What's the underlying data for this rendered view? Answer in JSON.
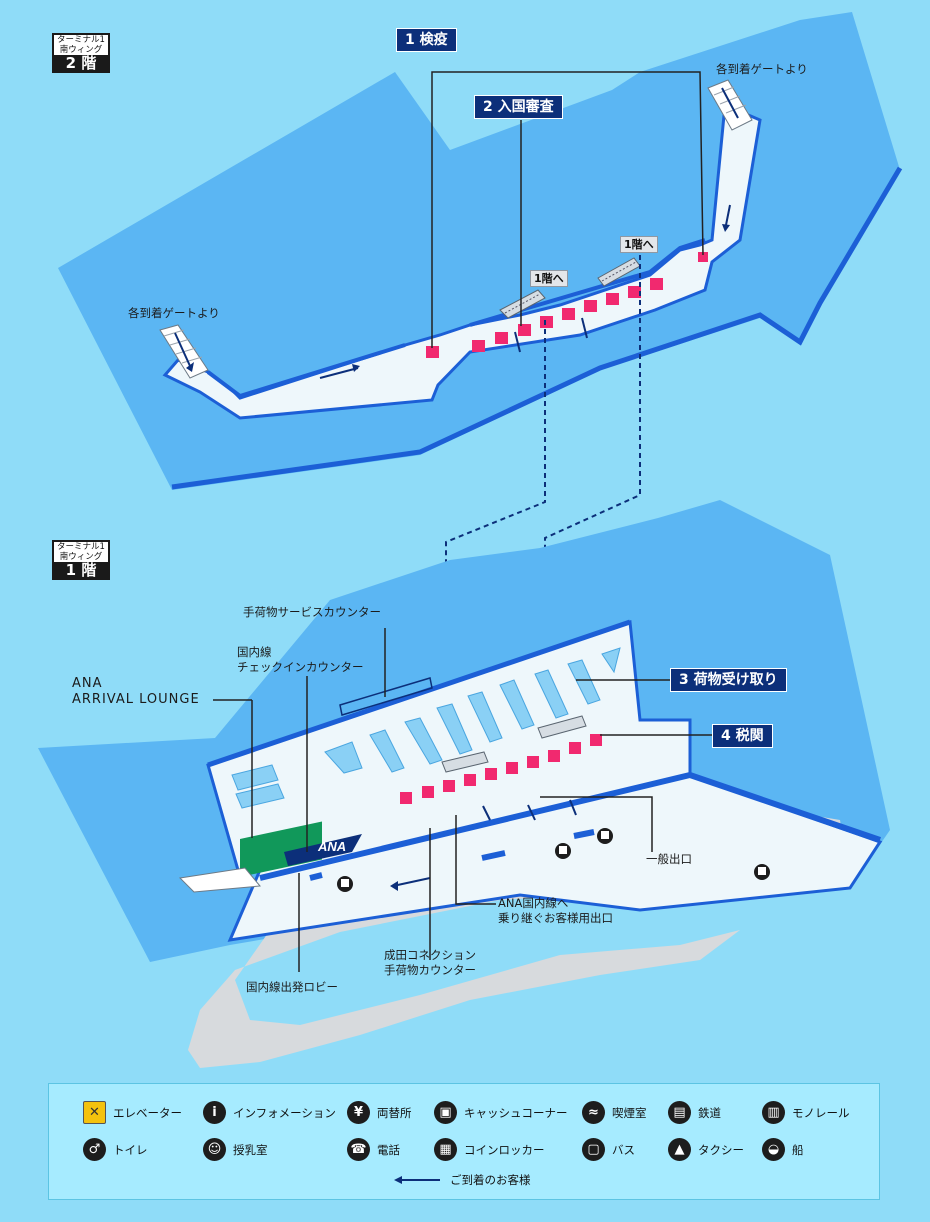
{
  "floors": {
    "upper": {
      "terminal": "ターミナル1",
      "wing": "南ウィング",
      "floor": "2 階"
    },
    "lower": {
      "terminal": "ターミナル1",
      "wing": "南ウィング",
      "floor": "1 階"
    }
  },
  "steps": {
    "s1": "1 検疫",
    "s2": "2 入国審査",
    "s3": "3 荷物受け取り",
    "s4": "4 税関"
  },
  "labels": {
    "gate_right": "各到着ゲートより",
    "gate_left": "各到着ゲートより",
    "to_1f_a": "1階へ",
    "to_1f_b": "1階へ",
    "baggage_service": "手荷物サービスカウンター",
    "domestic_checkin_1": "国内線",
    "domestic_checkin_2": "チェックインカウンター",
    "ana_lounge_1": "ANA",
    "ana_lounge_2": "ARRIVAL LOUNGE",
    "general_exit": "一般出口",
    "ana_transfer_1": "ANA国内線へ",
    "ana_transfer_2": "乗り継ぐお客様用出口",
    "narita_connection_1": "成田コネクション",
    "narita_connection_2": "手荷物カウンター",
    "domestic_departure": "国内線出発ロビー",
    "ana_logo": "ANA"
  },
  "legend": [
    {
      "icon": "elevator-icon",
      "glyph": "✕",
      "label": "エレベーター"
    },
    {
      "icon": "information-icon",
      "glyph": "i",
      "label": "インフォメーション"
    },
    {
      "icon": "money-exchange-icon",
      "glyph": "¥",
      "label": "両替所"
    },
    {
      "icon": "cash-corner-icon",
      "glyph": "▣",
      "label": "キャッシュコーナー"
    },
    {
      "icon": "smoking-room-icon",
      "glyph": "≈",
      "label": "喫煙室"
    },
    {
      "icon": "railway-icon",
      "glyph": "▤",
      "label": "鉄道"
    },
    {
      "icon": "monorail-icon",
      "glyph": "▥",
      "label": "モノレール"
    },
    {
      "icon": "toilet-icon",
      "glyph": "♂",
      "label": "トイレ"
    },
    {
      "icon": "nursery-icon",
      "glyph": "☺",
      "label": "授乳室"
    },
    {
      "icon": "telephone-icon",
      "glyph": "☎",
      "label": "電話"
    },
    {
      "icon": "coin-locker-icon",
      "glyph": "▦",
      "label": "コインロッカー"
    },
    {
      "icon": "bus-icon",
      "glyph": "▢",
      "label": "バス"
    },
    {
      "icon": "taxi-icon",
      "glyph": "▲",
      "label": "タクシー"
    },
    {
      "icon": "ship-icon",
      "glyph": "◒",
      "label": "船"
    }
  ],
  "legend_arrow_label": "ご到着のお客様",
  "colors": {
    "water": "#8fdcf8",
    "apron": "#5bb6f3",
    "edge": "#1c5fd6",
    "walkway": "#eef7fb",
    "navy": "#0c2f7a",
    "counter": "#f1296f",
    "lounge": "#11985a"
  }
}
